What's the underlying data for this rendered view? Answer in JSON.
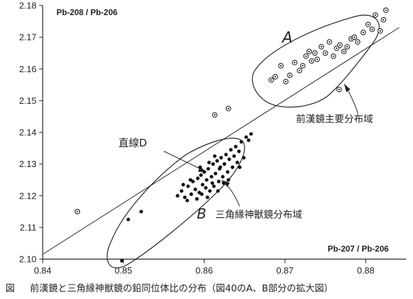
{
  "chart_data": {
    "type": "scatter",
    "y_axis_title": "Pb-208 / Pb-206",
    "x_axis_title": "Pb-207 / Pb-206",
    "xlim": [
      0.84,
      0.885
    ],
    "ylim": [
      2.1,
      2.18
    ],
    "x_ticks": [
      "0.84",
      "0.85",
      "0.86",
      "0.87",
      "0.88"
    ],
    "y_ticks": [
      "2.10",
      "2.11",
      "2.12",
      "2.13",
      "2.14",
      "2.15",
      "2.16",
      "2.17",
      "2.18"
    ],
    "grid": false,
    "series": [
      {
        "group": "A",
        "marker": "open-dot",
        "points": [
          [
            0.8683,
            2.1565
          ],
          [
            0.8688,
            2.1575
          ],
          [
            0.8695,
            2.161
          ],
          [
            0.8701,
            2.156
          ],
          [
            0.8706,
            2.158
          ],
          [
            0.8712,
            2.162
          ],
          [
            0.8718,
            2.1595
          ],
          [
            0.8722,
            2.161
          ],
          [
            0.8726,
            2.164
          ],
          [
            0.873,
            2.1655
          ],
          [
            0.8733,
            2.1625
          ],
          [
            0.8737,
            2.165
          ],
          [
            0.874,
            2.163
          ],
          [
            0.8745,
            2.167
          ],
          [
            0.875,
            2.165
          ],
          [
            0.8755,
            2.1685
          ],
          [
            0.876,
            2.164
          ],
          [
            0.8764,
            2.1665
          ],
          [
            0.8768,
            2.1675
          ],
          [
            0.8773,
            2.1655
          ],
          [
            0.8777,
            2.167
          ],
          [
            0.8782,
            2.1695
          ],
          [
            0.8786,
            2.17
          ],
          [
            0.879,
            2.1685
          ],
          [
            0.8797,
            2.1715
          ],
          [
            0.8803,
            2.174
          ],
          [
            0.8808,
            2.1725
          ],
          [
            0.8812,
            2.177
          ],
          [
            0.8818,
            2.172
          ],
          [
            0.8822,
            2.1755
          ],
          [
            0.8767,
            2.1535
          ],
          [
            0.8825,
            2.1785
          ]
        ]
      },
      {
        "group": "B",
        "marker": "filled-dot",
        "points": [
          [
            0.8567,
            2.12
          ],
          [
            0.8572,
            2.1215
          ],
          [
            0.8576,
            2.1195
          ],
          [
            0.858,
            2.123
          ],
          [
            0.8584,
            2.1205
          ],
          [
            0.8586,
            2.1245
          ],
          [
            0.8589,
            2.122
          ],
          [
            0.8592,
            2.1255
          ],
          [
            0.8594,
            2.121
          ],
          [
            0.8596,
            2.1265
          ],
          [
            0.8598,
            2.1235
          ],
          [
            0.86,
            2.1275
          ],
          [
            0.8602,
            2.1225
          ],
          [
            0.8603,
            2.125
          ],
          [
            0.8605,
            2.1285
          ],
          [
            0.8607,
            2.1215
          ],
          [
            0.8609,
            2.126
          ],
          [
            0.8611,
            2.13
          ],
          [
            0.8612,
            2.123
          ],
          [
            0.8614,
            2.127
          ],
          [
            0.8616,
            2.131
          ],
          [
            0.8618,
            2.1245
          ],
          [
            0.8619,
            2.1285
          ],
          [
            0.8621,
            2.132
          ],
          [
            0.8623,
            2.126
          ],
          [
            0.8625,
            2.13
          ],
          [
            0.8627,
            2.133
          ],
          [
            0.8629,
            2.1275
          ],
          [
            0.8631,
            2.1315
          ],
          [
            0.8633,
            2.1345
          ],
          [
            0.8635,
            2.129
          ],
          [
            0.8637,
            2.1325
          ],
          [
            0.8639,
            2.1355
          ],
          [
            0.8641,
            2.1305
          ],
          [
            0.8643,
            2.134
          ],
          [
            0.8646,
            2.137
          ],
          [
            0.8649,
            2.132
          ],
          [
            0.8652,
            2.1385
          ],
          [
            0.8655,
            2.1375
          ],
          [
            0.8658,
            2.1395
          ],
          [
            0.8574,
            2.1235
          ],
          [
            0.8579,
            2.1185
          ],
          [
            0.8583,
            2.125
          ],
          [
            0.8591,
            2.119
          ],
          [
            0.8597,
            2.1205
          ],
          [
            0.8604,
            2.1195
          ],
          [
            0.861,
            2.124
          ],
          [
            0.8617,
            2.1215
          ],
          [
            0.8624,
            2.124
          ],
          [
            0.863,
            2.125
          ],
          [
            0.8595,
            2.129
          ],
          [
            0.8606,
            2.1305
          ],
          [
            0.8613,
            2.1325
          ],
          [
            0.862,
            2.129
          ],
          [
            0.8644,
            2.129
          ],
          [
            0.8506,
            2.1125
          ],
          [
            0.8522,
            2.115
          ],
          [
            0.8498,
            2.0995
          ]
        ]
      },
      {
        "group": "other",
        "marker": "open-dot",
        "points": [
          [
            0.8443,
            2.115
          ],
          [
            0.8613,
            2.1455
          ],
          [
            0.863,
            2.1475
          ]
        ]
      }
    ],
    "annotations": {
      "label_a": "A",
      "label_b": "B",
      "line_d": "直線D",
      "region_a": "前漢鏡主要分布域",
      "region_b": "三角縁神獣鏡分布域"
    }
  },
  "caption": {
    "figure_label": "図",
    "text": "前漢鏡と三角縁神獣鏡の鉛同位体比の分布（図40のA、B部分の拡大図）"
  }
}
